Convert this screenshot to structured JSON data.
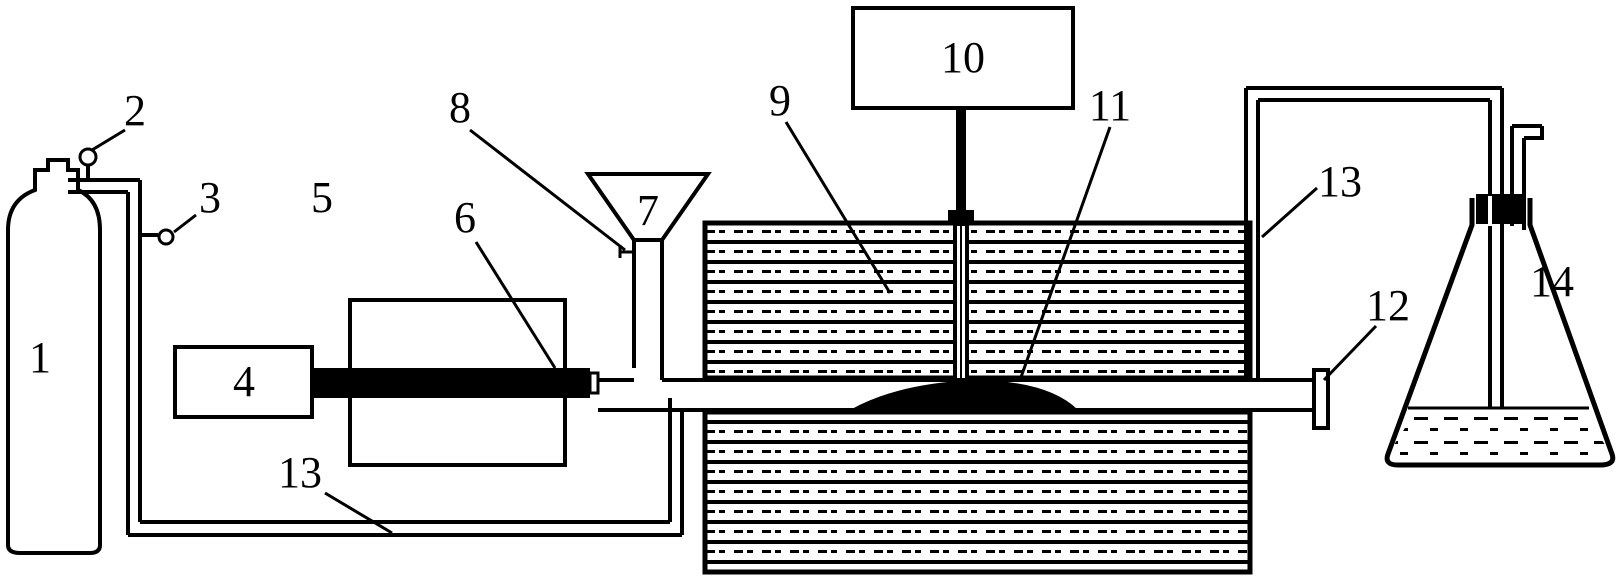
{
  "diagram": {
    "labels": {
      "n1": "1",
      "n2": "2",
      "n3": "3",
      "n4": "4",
      "n5": "5",
      "n6": "6",
      "n7": "7",
      "n8": "8",
      "n9": "9",
      "n10": "10",
      "n11": "11",
      "n12": "12",
      "n13a": "13",
      "n13b": "13",
      "n14": "14"
    },
    "colors": {
      "line": "#000000",
      "background": "#ffffff"
    }
  }
}
